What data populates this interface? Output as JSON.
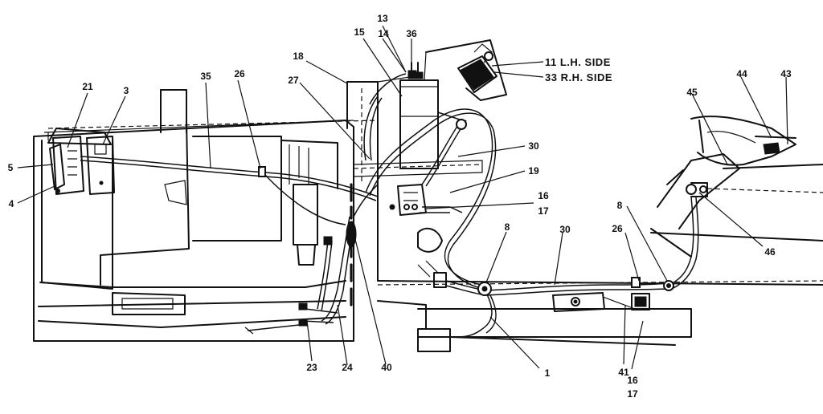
{
  "diagram": {
    "side_labels": {
      "lh": "11 L.H. SIDE",
      "rh": "33 R.H. SIDE"
    },
    "callouts": [
      {
        "id": "c1",
        "text": "1"
      },
      {
        "id": "c3",
        "text": "3"
      },
      {
        "id": "c4",
        "text": "4"
      },
      {
        "id": "c5",
        "text": "5"
      },
      {
        "id": "c8a",
        "text": "8"
      },
      {
        "id": "c8b",
        "text": "8"
      },
      {
        "id": "c13",
        "text": "13"
      },
      {
        "id": "c14",
        "text": "14"
      },
      {
        "id": "c15",
        "text": "15"
      },
      {
        "id": "c16a",
        "text": "16"
      },
      {
        "id": "c16b",
        "text": "16"
      },
      {
        "id": "c17a",
        "text": "17"
      },
      {
        "id": "c17b",
        "text": "17"
      },
      {
        "id": "c18",
        "text": "18"
      },
      {
        "id": "c19",
        "text": "19"
      },
      {
        "id": "c21",
        "text": "21"
      },
      {
        "id": "c23",
        "text": "23"
      },
      {
        "id": "c24",
        "text": "24"
      },
      {
        "id": "c26a",
        "text": "26"
      },
      {
        "id": "c26b",
        "text": "26"
      },
      {
        "id": "c27",
        "text": "27"
      },
      {
        "id": "c30a",
        "text": "30"
      },
      {
        "id": "c30b",
        "text": "30"
      },
      {
        "id": "c35",
        "text": "35"
      },
      {
        "id": "c36",
        "text": "36"
      },
      {
        "id": "c40",
        "text": "40"
      },
      {
        "id": "c41",
        "text": "41"
      },
      {
        "id": "c43",
        "text": "43"
      },
      {
        "id": "c44",
        "text": "44"
      },
      {
        "id": "c45",
        "text": "45"
      },
      {
        "id": "c46",
        "text": "46"
      }
    ]
  }
}
